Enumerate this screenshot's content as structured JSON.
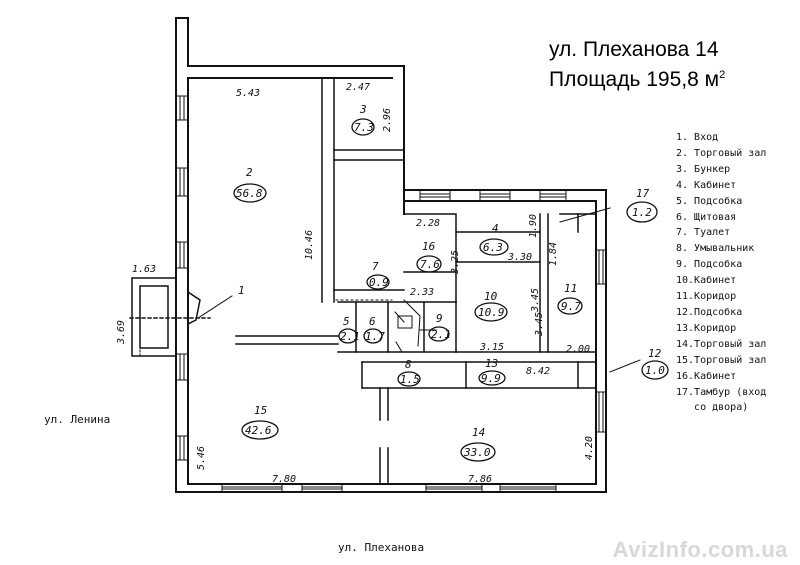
{
  "title": {
    "address": "ул. Плеханова 14",
    "area_label": "Площадь 195,8 м",
    "area_unit_sup": "2"
  },
  "legend": [
    "1. Вход",
    "2. Торговый зал",
    "3. Бункер",
    "4. Кабинет",
    "5. Подсобка",
    "6. Щитовая",
    "7. Туалет",
    "8. Умывальник",
    "9. Подсобка",
    "10.Кабинет",
    "11.Коридор",
    "12.Подсобка",
    "13.Коридор",
    "14.Торговый зал",
    "15.Торговый зал",
    "16.Кабинет",
    "17.Тамбур (вход",
    "   со двора)"
  ],
  "streets": {
    "left": "ул. Ленина",
    "bottom": "ул. Плеханова"
  },
  "rooms": [
    {
      "number": "1",
      "area": ""
    },
    {
      "number": "2",
      "area": "56.8"
    },
    {
      "number": "3",
      "area": "7.3"
    },
    {
      "number": "4",
      "area": "6.3"
    },
    {
      "number": "5",
      "area": "2.1"
    },
    {
      "number": "6",
      "area": "1.7"
    },
    {
      "number": "7",
      "area": "0.9"
    },
    {
      "number": "8",
      "area": "1.5"
    },
    {
      "number": "9",
      "area": "2.1"
    },
    {
      "number": "10",
      "area": "10.9"
    },
    {
      "number": "11",
      "area": "9.7"
    },
    {
      "number": "12",
      "area": "1.0"
    },
    {
      "number": "13",
      "area": "9.9"
    },
    {
      "number": "14",
      "area": "33.0"
    },
    {
      "number": "15",
      "area": "42.6"
    },
    {
      "number": "16",
      "area": "7.6"
    },
    {
      "number": "17",
      "area": "1.2"
    }
  ],
  "dimensions": [
    "5.43",
    "2.47",
    "2.96",
    "10.46",
    "1.63",
    "3.69",
    "2.33",
    "2.28",
    "1.90",
    "3.30",
    "1.84",
    "3.45",
    "3.15",
    "8.42",
    "2.00",
    "5.46",
    "7.80",
    "7.86",
    "4.20",
    "3.25",
    "3.45"
  ],
  "watermark": "AvizInfo.com.ua"
}
